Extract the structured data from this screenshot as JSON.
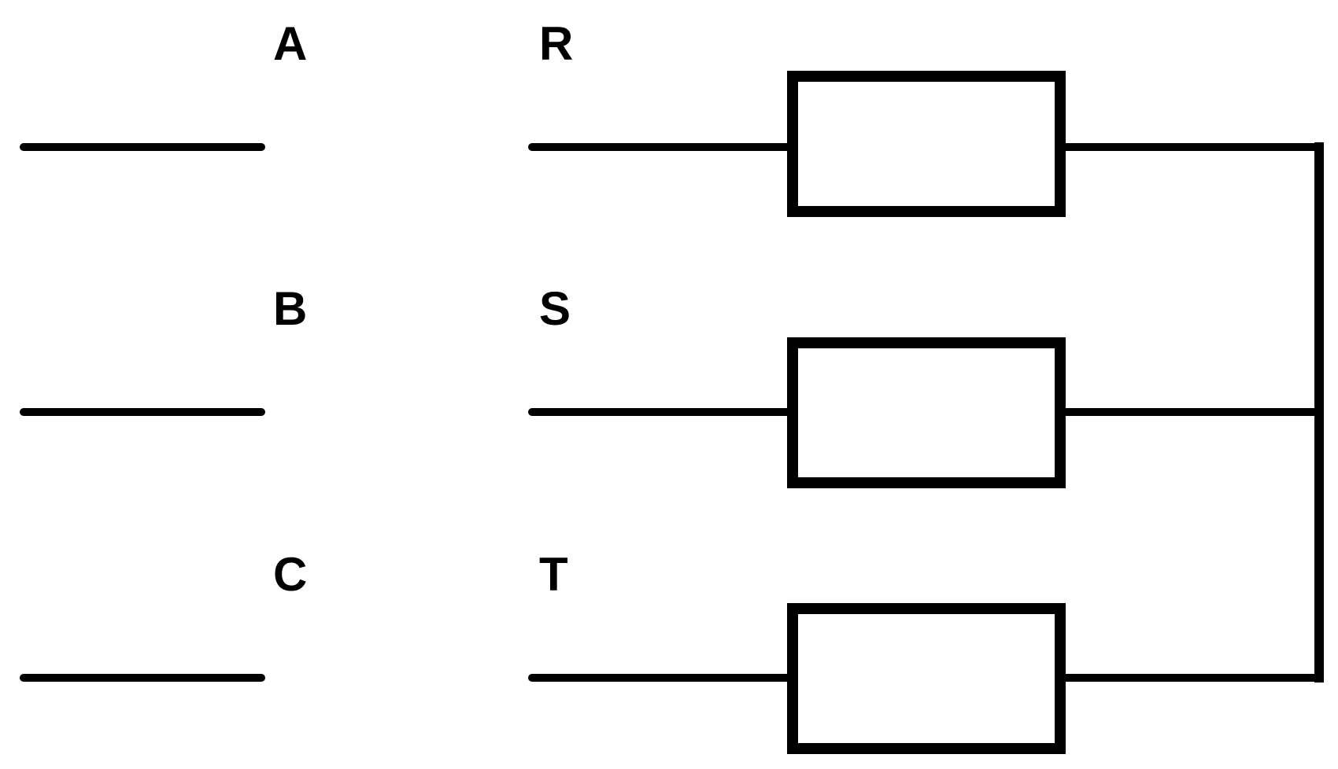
{
  "labels": {
    "source": [
      "A",
      "B",
      "C"
    ],
    "load": [
      "R",
      "S",
      "T"
    ]
  },
  "colors": {
    "line": "#000000",
    "background": "#ffffff",
    "resistor_fill": "#ffffff"
  }
}
